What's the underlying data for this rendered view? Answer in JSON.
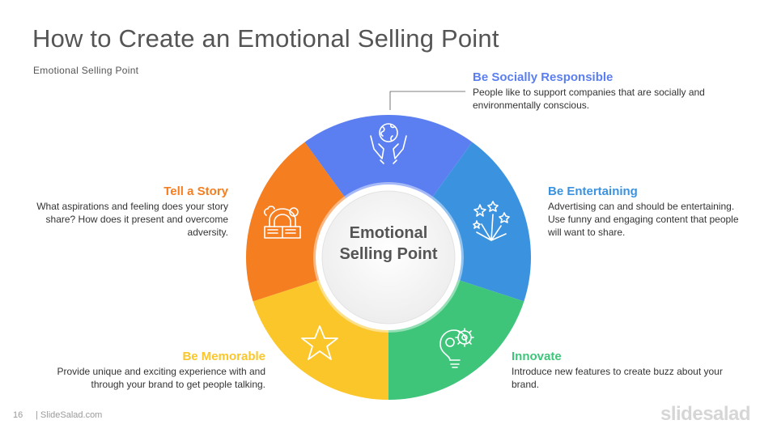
{
  "header": {
    "title": "How to Create an Emotional Selling Point",
    "subtitle": "Emotional Selling Point"
  },
  "center": {
    "label": "Emotional Selling Point"
  },
  "segments": [
    {
      "title": "Be Socially Responsible",
      "desc": "People like to support companies that are socially and environmentally conscious.",
      "color": "#5b7ff0",
      "icon": "earth-in-hands-icon"
    },
    {
      "title": "Be Entertaining",
      "desc": "Advertising can and should be entertaining. Use funny and engaging content that people will want to share.",
      "color": "#3b93e0",
      "icon": "fireworks-icon"
    },
    {
      "title": "Innovate",
      "desc": "Introduce new features to create buzz about your brand.",
      "color": "#3ec57a",
      "icon": "lightbulb-gears-icon"
    },
    {
      "title": "Be Memorable",
      "desc": "Provide unique and exciting experience with and through your brand to get people talking.",
      "color": "#fbc62a",
      "icon": "star-icon"
    },
    {
      "title": "Tell a Story",
      "desc": "What aspirations and feeling does your story share? How does it present and overcome adversity.",
      "color": "#f47e20",
      "icon": "storybook-icon"
    }
  ],
  "footer": {
    "page_number": "16",
    "site": "| SlideSalad.com",
    "brand": "slidesalad"
  }
}
